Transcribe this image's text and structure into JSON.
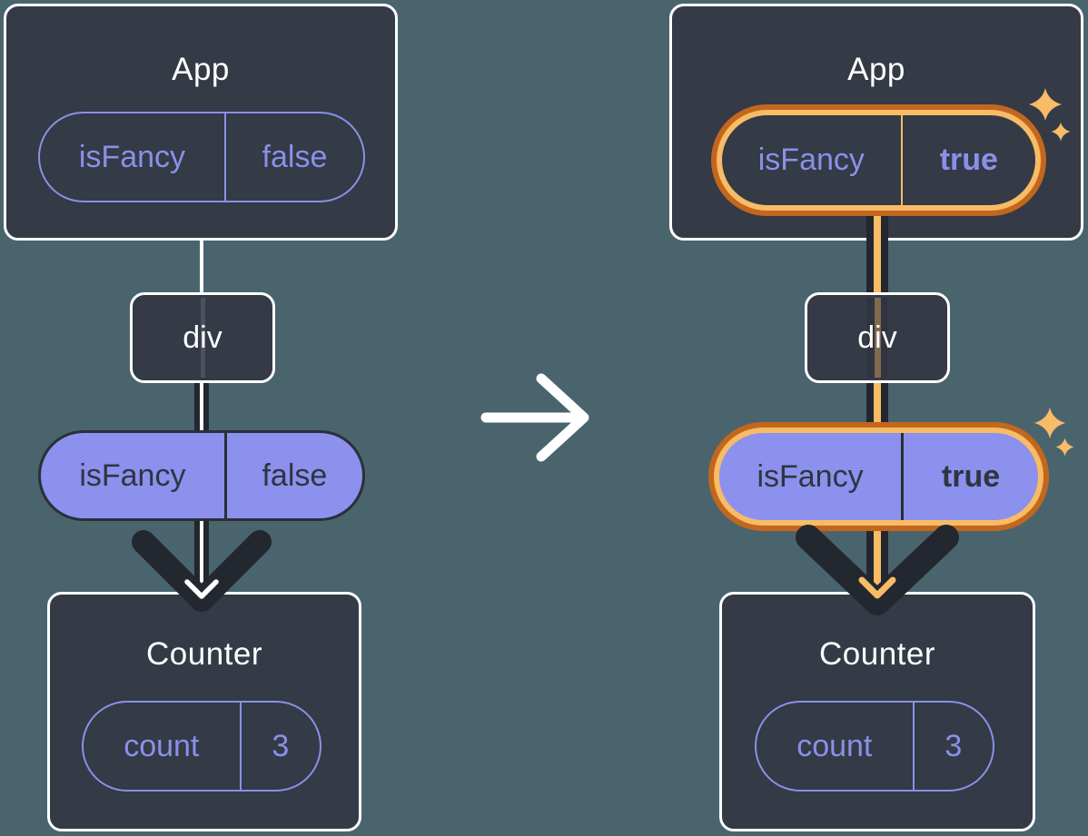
{
  "colors": {
    "background": "#4A646E",
    "card": "#343A46",
    "card-border": "#FFFFFF",
    "purple": "#8A90E8",
    "purple-fill": "#8B91EC",
    "dark-text": "#2F3540",
    "line-dark": "#23272F",
    "orange-dark": "#C2671D",
    "orange-light": "#F8BB66"
  },
  "panels": [
    {
      "id": "before",
      "app": {
        "title": "App",
        "state_pill": {
          "name": "isFancy",
          "value": "false"
        }
      },
      "div_node": {
        "label": "div"
      },
      "prop_pill": {
        "name": "isFancy",
        "value": "false"
      },
      "counter": {
        "title": "Counter",
        "state_pill": {
          "name": "count",
          "value": "3"
        }
      }
    },
    {
      "id": "after",
      "app": {
        "title": "App",
        "state_pill": {
          "name": "isFancy",
          "value": "true"
        }
      },
      "div_node": {
        "label": "div"
      },
      "prop_pill": {
        "name": "isFancy",
        "value": "true"
      },
      "counter": {
        "title": "Counter",
        "state_pill": {
          "name": "count",
          "value": "3"
        }
      }
    }
  ]
}
